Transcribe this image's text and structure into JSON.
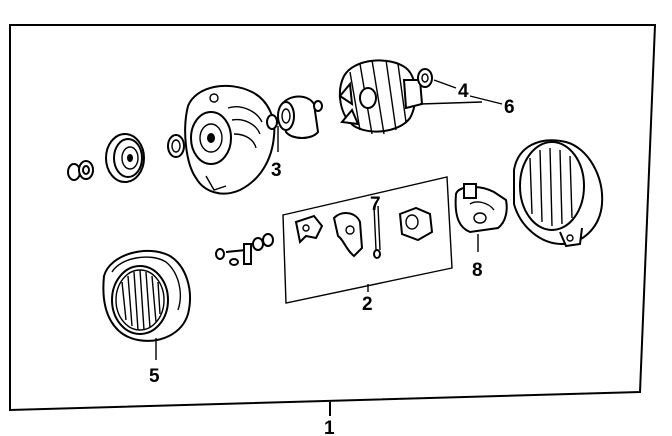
{
  "callouts": {
    "c1": "1",
    "c2": "2",
    "c3": "3",
    "c4": "4",
    "c5": "5",
    "c6": "6",
    "c7": "7",
    "c8": "8"
  },
  "parts": [
    {
      "id": "assembly-frame",
      "callout": "1"
    },
    {
      "id": "brush-kit",
      "callout": "2"
    },
    {
      "id": "front-housing",
      "callout": "3"
    },
    {
      "id": "bearing",
      "callout": "4"
    },
    {
      "id": "stator",
      "callout": "5"
    },
    {
      "id": "rotor",
      "callout": "6"
    },
    {
      "id": "brush",
      "callout": "7"
    },
    {
      "id": "rectifier",
      "callout": "8"
    }
  ]
}
